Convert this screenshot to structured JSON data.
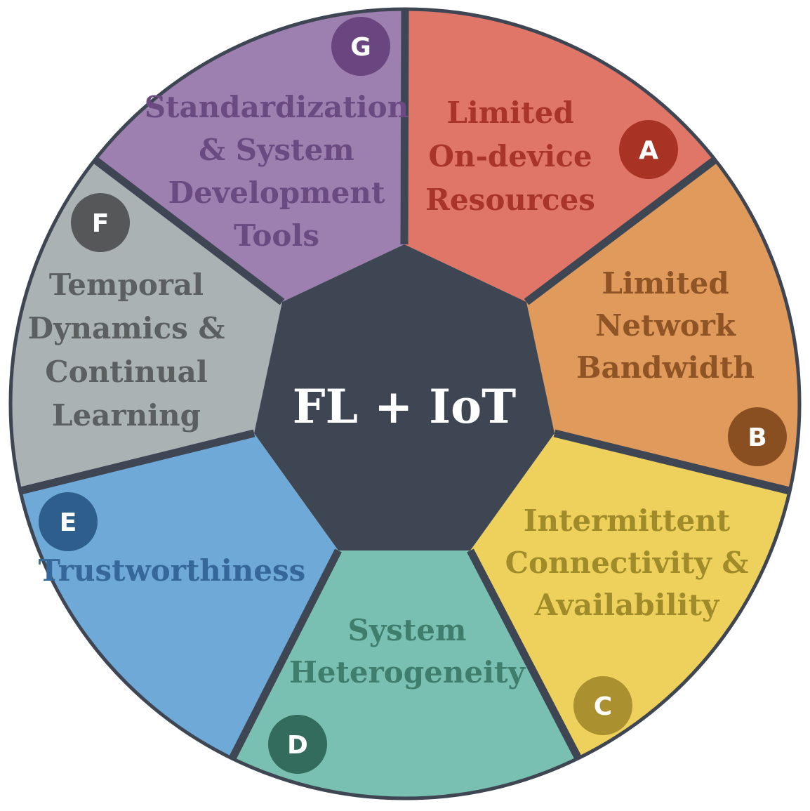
{
  "center": {
    "label": "FL + IoT",
    "fill": "#3f4653",
    "text_color": "#ffffff"
  },
  "divider_color": "#3f4653",
  "segments": [
    {
      "letter": "A",
      "lines": [
        "Limited",
        "On-device",
        "Resources"
      ],
      "fill": "#df7667",
      "text_color": "#a93429",
      "badge_color": "#a83224"
    },
    {
      "letter": "B",
      "lines": [
        "Limited",
        "Network",
        "Bandwidth"
      ],
      "fill": "#e09a5b",
      "text_color": "#8f5425",
      "badge_color": "#8a4f21"
    },
    {
      "letter": "C",
      "lines": [
        "Intermittent",
        "Connectivity &",
        "Availability"
      ],
      "fill": "#eed05c",
      "text_color": "#a08b2a",
      "badge_color": "#ab9030"
    },
    {
      "letter": "D",
      "lines": [
        "System",
        "Heterogeneity"
      ],
      "fill": "#79c0b2",
      "text_color": "#3f7d6d",
      "badge_color": "#336b5c"
    },
    {
      "letter": "E",
      "lines": [
        "Trustworthiness"
      ],
      "fill": "#6fa9d7",
      "text_color": "#35679a",
      "badge_color": "#2e5f8c"
    },
    {
      "letter": "F",
      "lines": [
        "Temporal",
        "Dynamics &",
        "Continual",
        "Learning"
      ],
      "fill": "#abb2b4",
      "text_color": "#5b5f60",
      "badge_color": "#555758"
    },
    {
      "letter": "G",
      "lines": [
        "Standardization",
        "& System",
        "Development",
        "Tools"
      ],
      "fill": "#9d7fb0",
      "text_color": "#6b4a82",
      "badge_color": "#6a4680"
    }
  ]
}
